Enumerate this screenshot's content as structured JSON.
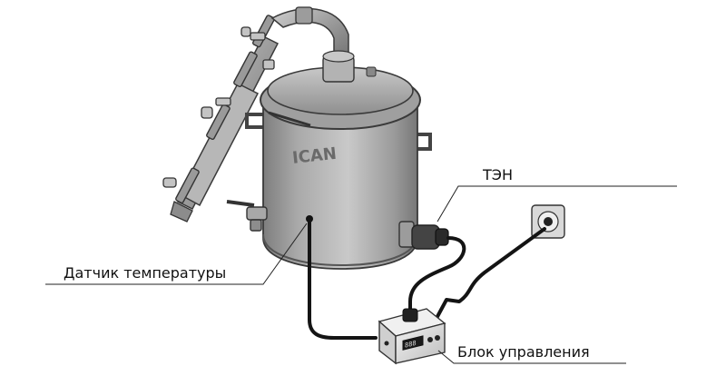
{
  "labels": {
    "heater": "ТЭН",
    "temperature_sensor": "Датчик температуры",
    "control_unit": "Блок управления"
  },
  "vessel": {
    "logo_text": "ICAN"
  },
  "control_unit": {
    "display_value": "888"
  },
  "colors": {
    "steel_dark": "#7d7d7d",
    "steel_mid": "#a6a6a6",
    "steel_light": "#d2d2d2",
    "outline": "#3a3a3a",
    "cable": "#141414",
    "leader_line": "#222222",
    "box_body": "#e6e6e6"
  }
}
